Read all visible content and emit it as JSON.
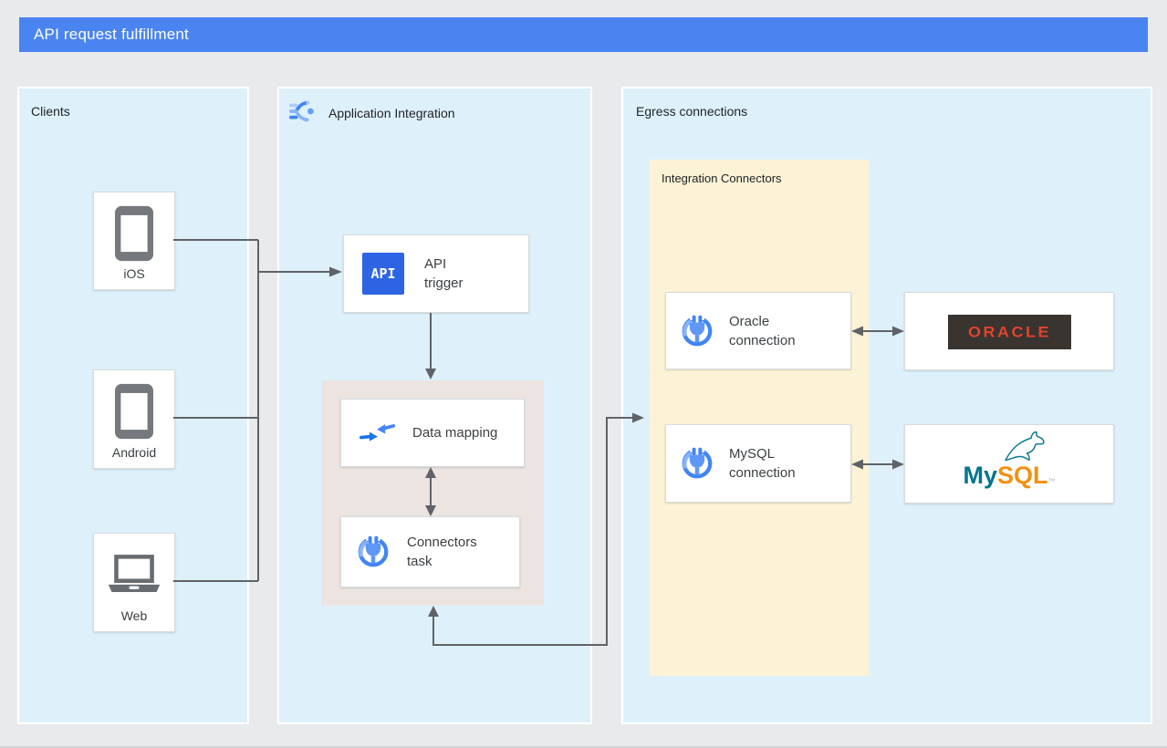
{
  "header": {
    "title": "API request fulfillment"
  },
  "colors": {
    "header_bg": "#4a84f1",
    "page_bg": "#e9eaec",
    "panel_bg": "#def1fb",
    "yellow_panel_bg": "#fcf3d6",
    "subprocess_bg": "#ebe4e1",
    "connector_line": "#5f6368",
    "api_icon_bg": "#2c64e3",
    "google_blue": "#4285f4",
    "oracle_red": "#e0432d",
    "oracle_box_bg": "#393430",
    "mysql_teal": "#00758f",
    "mysql_orange": "#f29111"
  },
  "clients_panel": {
    "title": "Clients",
    "items": [
      {
        "label": "iOS",
        "icon": "phone-icon"
      },
      {
        "label": "Android",
        "icon": "phone-icon"
      },
      {
        "label": "Web",
        "icon": "laptop-icon"
      }
    ]
  },
  "integration_panel": {
    "title": "Application Integration",
    "api_trigger": {
      "label": "API trigger",
      "icon_text": "API"
    },
    "data_mapping": {
      "label": "Data mapping"
    },
    "connectors_task": {
      "label": "Connectors task"
    }
  },
  "egress_panel": {
    "title": "Egress connections",
    "integration_connectors": {
      "title": "Integration Connectors",
      "connections": [
        {
          "label": "Oracle connection"
        },
        {
          "label": "MySQL connection"
        }
      ]
    },
    "endpoints": {
      "oracle": {
        "wordmark": "ORACLE"
      },
      "mysql": {
        "prefix": "My",
        "suffix": "SQL",
        "tm": "™"
      }
    }
  }
}
